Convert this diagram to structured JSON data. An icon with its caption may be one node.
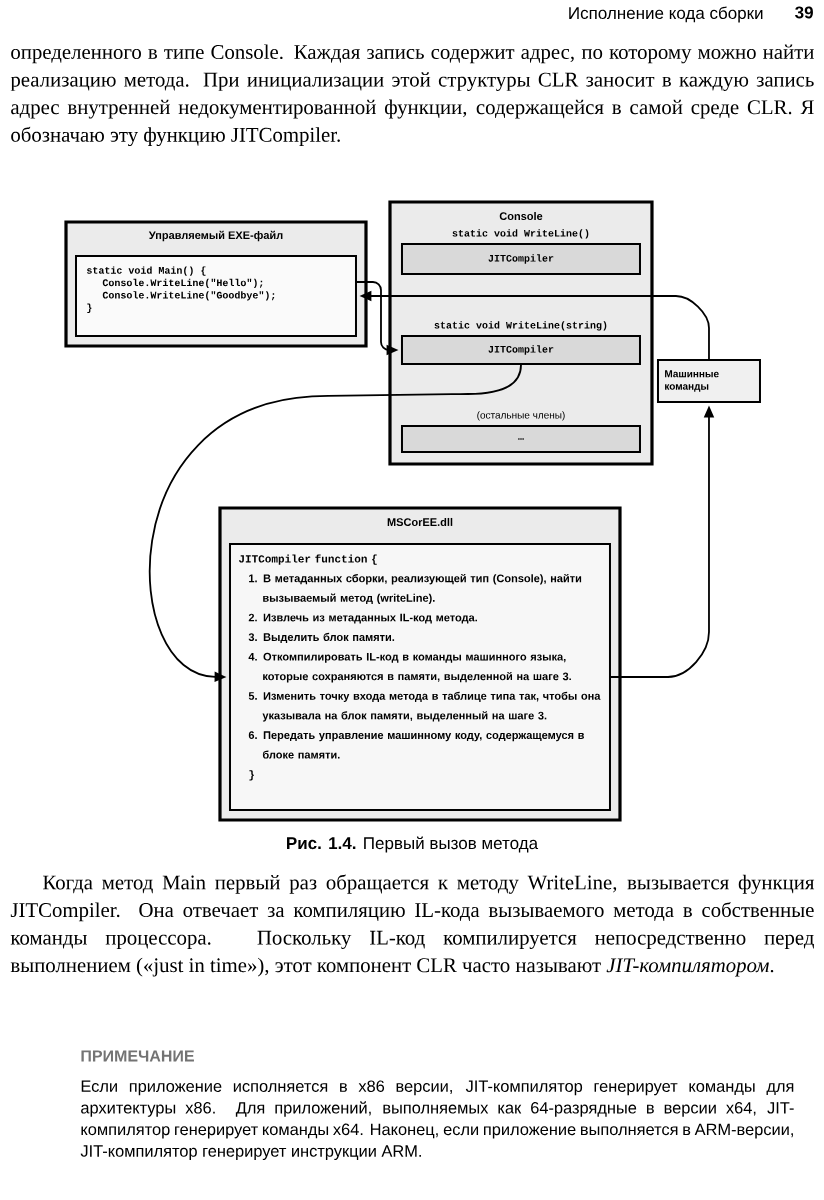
{
  "diagram": {
    "caption": "**Рис. 1.4.** Первый вызов метода",
    "nodes": [
      {
        "text": [
          "Управляемый EXE-файл"
        ]
      },
      {
        "text": [
          "static void Main() {",
          "Console.WriteLine(\"Hello\");",
          "Console.WriteLine(\"Goodbye\");",
          "}"
        ],
        "in": 0
      },
      {
        "text": [
          "Console"
        ]
      },
      {
        "text": [
          "static void WriteLine()",
          "JITCompiler"
        ],
        "in": 2
      },
      {
        "text": [
          "static void WriteLine(string)",
          "JITCompiler"
        ],
        "in": 2
      },
      {
        "text": [
          "(остальные члены)",
          "…"
        ],
        "in": 2
      },
      {
        "text": [
          "Машинные команды"
        ]
      },
      {
        "text": [
          "MSCorEE.dll"
        ]
      },
      {
        "text": [
          "JITCompiler function {",
          "1. В метаданных сборки, реализующей тип (Console), найти вызываемый метод (writeLine).",
          "2. Извлечь из метаданных IL-код метода.",
          "3. Выделить блок памяти.",
          "4. Откомпилировать IL-код в команды машинного языка, которые сохраняются в памяти, выделенной на шаге 3.",
          "5. Изменить точку входа метода в таблице типа так, чтобы она указывала на блок памяти, выделенный на шаге 3.",
          "6. Передать управление машинному коду, содержащемуся в блоке памяти.",
          "}"
        ],
        "in": 7
      }
    ],
    "edges": [
      {
        "from": 1,
        "to": 4,
        "arrow": "to"
      },
      {
        "from": 4,
        "to": 8,
        "arrow": "to"
      },
      {
        "from": 8,
        "to": 6,
        "arrow": "to"
      },
      {
        "from": 6,
        "to": 1,
        "arrow": "to"
      }
    ],
    "labels": [
      "Исполнение кода сборки",
      "39",
      "определенного в типе Console. Каждая запись содержит адрес, по которому можно найти реализацию метода. При инициализации этой структуры CLR заносит в каждую запись адрес внутренней недокументированной функции, содержащейся в самой среде CLR. Я обозначаю эту функцию JITCompiler.",
      "Когда метод Main первый раз обращается к методу WriteLine, вызывается функция JITCompiler. Она отвечает за компиляцию IL-кода вызываемого метода в собственные команды процессора. Поскольку IL-код компилируется непосредственно перед выполнением («just in time»), этот компонент CLR часто называют *JIT-компилятором*.",
      "ПРИМЕЧАНИЕ",
      "Если приложение исполняется в x86 версии, JIT-компилятор генерирует команды для архитектуры x86. Для приложений, выполняемых как 64-разрядные в версии x64, JIT-компилятор генерирует команды x64. Наконец, если приложение выполняется в ARM-версии, JIT-компилятор генерирует инструкции ARM."
    ]
  }
}
